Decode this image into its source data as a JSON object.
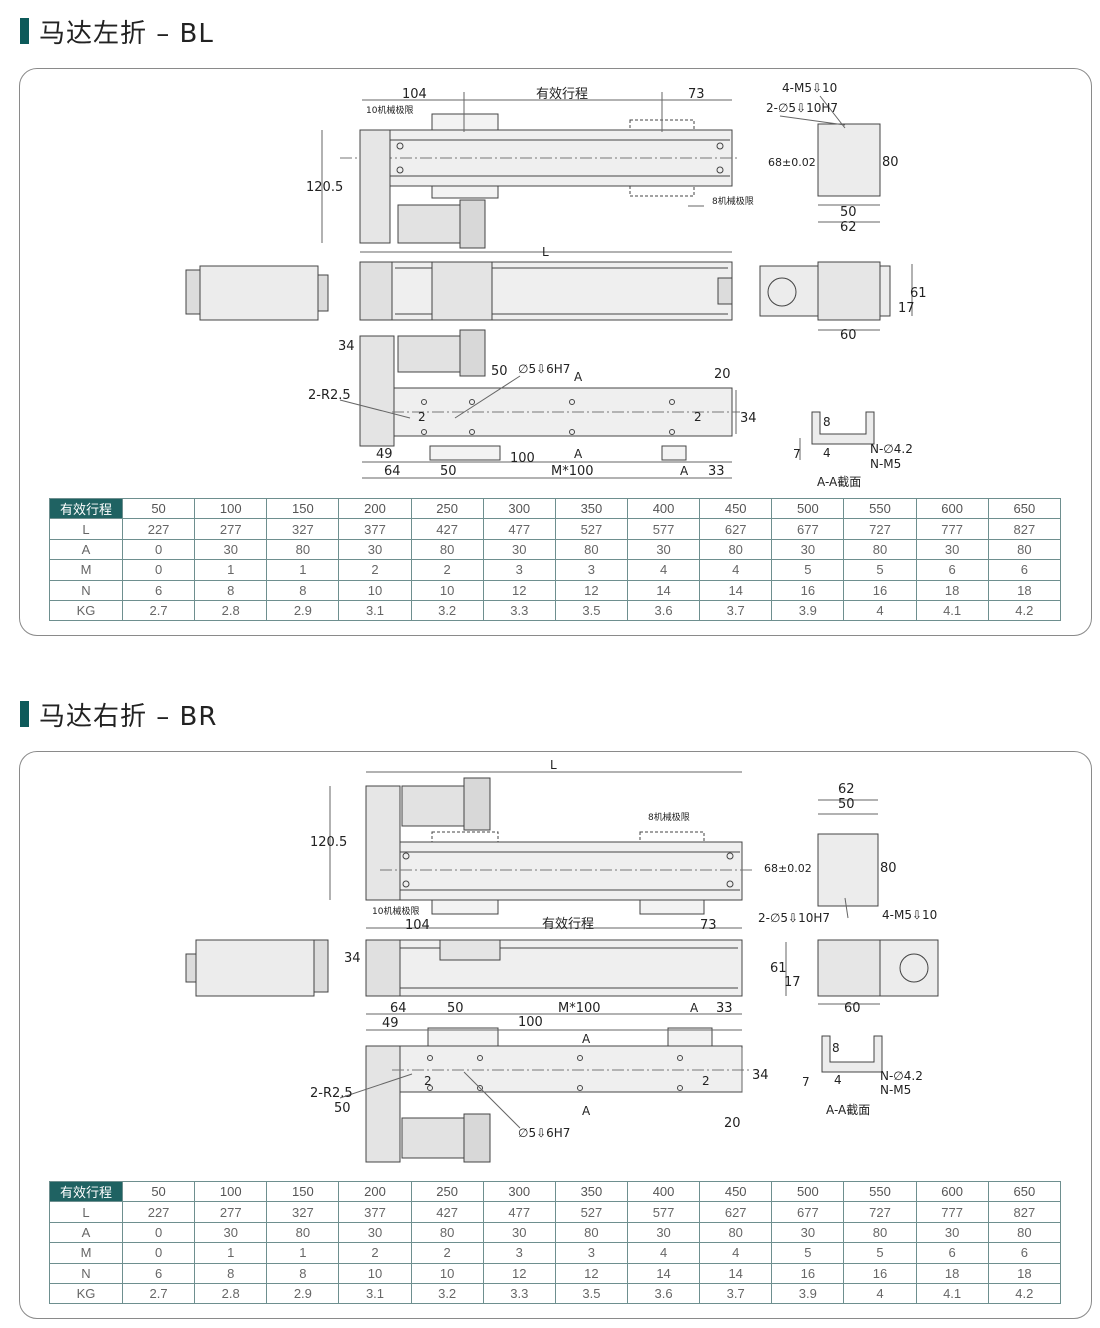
{
  "sections": [
    {
      "title": "马达左折 – BL",
      "labels": {
        "stroke": "有效行程",
        "d104": "104",
        "d73": "73",
        "limit10": "10机械极限",
        "limit8": "8机械极限",
        "h120": "120.5",
        "L": "L",
        "d34a": "34",
        "d50": "50",
        "hole": "∅5⇩6H7",
        "A": "A",
        "r25": "2-R2.5",
        "two": "2",
        "d20": "20",
        "d34b": "34",
        "d49": "49",
        "d64": "64",
        "d50b": "50",
        "d100": "100",
        "m100": "M*100",
        "d33": "33",
        "m5": "4-M5⇩10",
        "h7": "2-∅5⇩10H7",
        "tol68": "68±0.02",
        "d80": "80",
        "d50e": "50",
        "d62": "62",
        "d61": "61",
        "d17": "17",
        "d60": "60",
        "d8": "8",
        "d4": "4",
        "d7": "7",
        "n42": "N-∅4.2",
        "nm5": "N-M5",
        "aa": "A-A截面"
      },
      "table": {
        "header": "有效行程",
        "columns": [
          "50",
          "100",
          "150",
          "200",
          "250",
          "300",
          "350",
          "400",
          "450",
          "500",
          "550",
          "600",
          "650"
        ],
        "rows": [
          {
            "label": "L",
            "values": [
              "227",
              "277",
              "327",
              "377",
              "427",
              "477",
              "527",
              "577",
              "627",
              "677",
              "727",
              "777",
              "827"
            ]
          },
          {
            "label": "A",
            "values": [
              "0",
              "30",
              "80",
              "30",
              "80",
              "30",
              "80",
              "30",
              "80",
              "30",
              "80",
              "30",
              "80"
            ]
          },
          {
            "label": "M",
            "values": [
              "0",
              "1",
              "1",
              "2",
              "2",
              "3",
              "3",
              "4",
              "4",
              "5",
              "5",
              "6",
              "6"
            ]
          },
          {
            "label": "N",
            "values": [
              "6",
              "8",
              "8",
              "10",
              "10",
              "12",
              "12",
              "14",
              "14",
              "16",
              "16",
              "18",
              "18"
            ]
          },
          {
            "label": "KG",
            "values": [
              "2.7",
              "2.8",
              "2.9",
              "3.1",
              "3.2",
              "3.3",
              "3.5",
              "3.6",
              "3.7",
              "3.9",
              "4",
              "4.1",
              "4.2"
            ]
          }
        ]
      }
    },
    {
      "title": "马达右折 – BR",
      "labels": {
        "stroke": "有效行程",
        "d104": "104",
        "d73": "73",
        "limit10": "10机械极限",
        "limit8": "8机械极限",
        "h120": "120.5",
        "L": "L",
        "d34a": "34",
        "d50": "50",
        "hole": "∅5⇩6H7",
        "A": "A",
        "r25": "2-R2.5",
        "two": "2",
        "d20": "20",
        "d34b": "34",
        "d49": "49",
        "d64": "64",
        "d50b": "50",
        "d100": "100",
        "m100": "M*100",
        "d33": "33",
        "m5": "4-M5⇩10",
        "h7": "2-∅5⇩10H7",
        "tol68": "68±0.02",
        "d80": "80",
        "d50e": "50",
        "d62": "62",
        "d61": "61",
        "d17": "17",
        "d60": "60",
        "d8": "8",
        "d4": "4",
        "d7": "7",
        "n42": "N-∅4.2",
        "nm5": "N-M5",
        "aa": "A-A截面"
      },
      "table": {
        "header": "有效行程",
        "columns": [
          "50",
          "100",
          "150",
          "200",
          "250",
          "300",
          "350",
          "400",
          "450",
          "500",
          "550",
          "600",
          "650"
        ],
        "rows": [
          {
            "label": "L",
            "values": [
              "227",
              "277",
              "327",
              "377",
              "427",
              "477",
              "527",
              "577",
              "627",
              "677",
              "727",
              "777",
              "827"
            ]
          },
          {
            "label": "A",
            "values": [
              "0",
              "30",
              "80",
              "30",
              "80",
              "30",
              "80",
              "30",
              "80",
              "30",
              "80",
              "30",
              "80"
            ]
          },
          {
            "label": "M",
            "values": [
              "0",
              "1",
              "1",
              "2",
              "2",
              "3",
              "3",
              "4",
              "4",
              "5",
              "5",
              "6",
              "6"
            ]
          },
          {
            "label": "N",
            "values": [
              "6",
              "8",
              "8",
              "10",
              "10",
              "12",
              "12",
              "14",
              "14",
              "16",
              "16",
              "18",
              "18"
            ]
          },
          {
            "label": "KG",
            "values": [
              "2.7",
              "2.8",
              "2.9",
              "3.1",
              "3.2",
              "3.3",
              "3.5",
              "3.6",
              "3.7",
              "3.9",
              "4",
              "4.1",
              "4.2"
            ]
          }
        ]
      }
    }
  ],
  "colors": {
    "accent": "#0d5a5a",
    "table_header": "#1f6262",
    "border": "#8a8a8a",
    "part_fill": "#ececec"
  }
}
